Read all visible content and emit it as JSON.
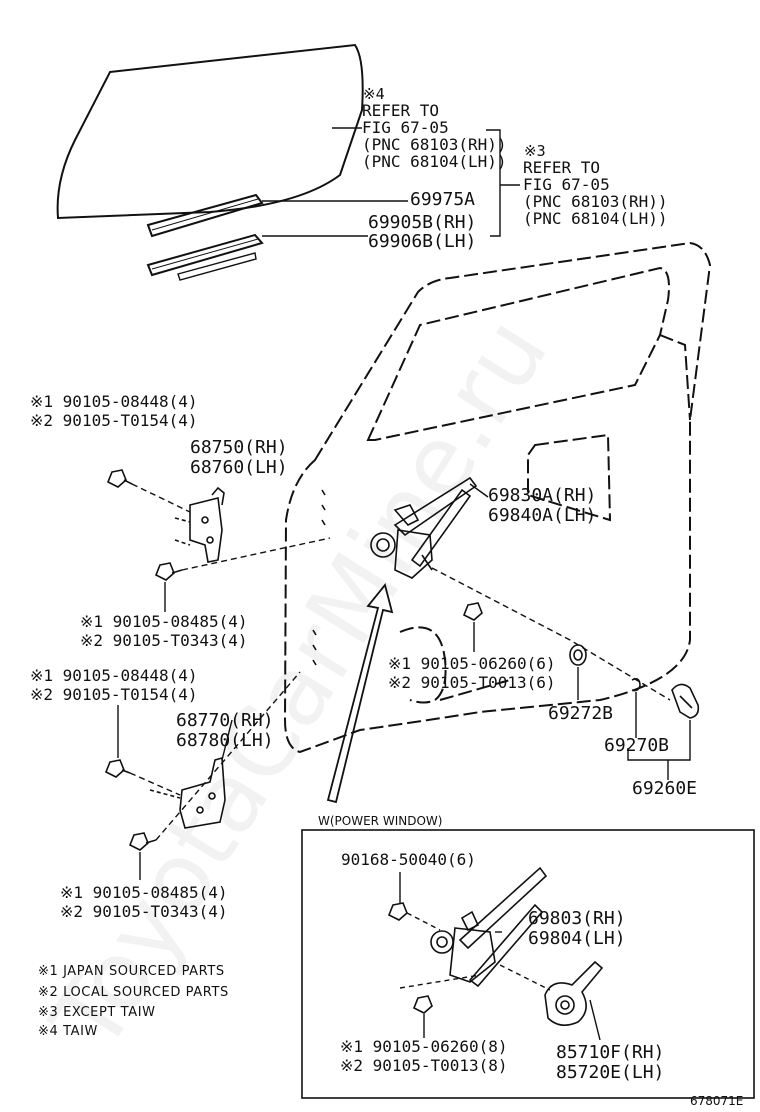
{
  "watermark": "ToyotaCarMine.ru",
  "glass_ref": {
    "mark": "※4",
    "lines": [
      "REFER TO",
      "FIG 67-05",
      "(PNC 68103(RH))",
      "(PNC 68104(LH))"
    ]
  },
  "channel_ref": {
    "mark": "※3",
    "lines": [
      "REFER TO",
      "FIG 67-05",
      "(PNC 68103(RH))",
      "(PNC 68104(LH))"
    ]
  },
  "parts": {
    "p69975A": "69975A",
    "p69905B": "69905B(RH)",
    "p69906B": "69906B(LH)",
    "bolt_upper_hinge_1": "※1 90105-08448(4)",
    "bolt_upper_hinge_2": "※2 90105-T0154(4)",
    "upper_hinge_rh": "68750(RH)",
    "upper_hinge_lh": "68760(LH)",
    "regulator_rh": "69830A(RH)",
    "regulator_lh": "69840A(LH)",
    "bolt_upper_hinge_b1": "※1 90105-08485(4)",
    "bolt_upper_hinge_b2": "※2 90105-T0343(4)",
    "bolt_regulator_1": "※1 90105-06260(6)",
    "bolt_regulator_2": "※2 90105-T0013(6)",
    "p69272B": "69272B",
    "p69270B": "69270B",
    "p69260E": "69260E",
    "bolt_lower_hinge_1": "※1 90105-08448(4)",
    "bolt_lower_hinge_2": "※2 90105-T0154(4)",
    "lower_hinge_rh": "68770(RH)",
    "lower_hinge_lh": "68780(LH)",
    "bolt_lower_hinge_b1": "※1 90105-08485(4)",
    "bolt_lower_hinge_b2": "※2 90105-T0343(4)"
  },
  "power_window": {
    "title": "W(POWER WINDOW)",
    "nut": "90168-50040(6)",
    "regulator_rh": "69803(RH)",
    "regulator_lh": "69804(LH)",
    "bolt_1": "※1 90105-06260(8)",
    "bolt_2": "※2 90105-T0013(8)",
    "motor_rh": "85710F(RH)",
    "motor_lh": "85720E(LH)"
  },
  "notes": [
    "※1 JAPAN SOURCED PARTS",
    "※2 LOCAL SOURCED PARTS",
    "※3 EXCEPT TAIW",
    "※4 TAIW"
  ],
  "figure_number": "678071E"
}
